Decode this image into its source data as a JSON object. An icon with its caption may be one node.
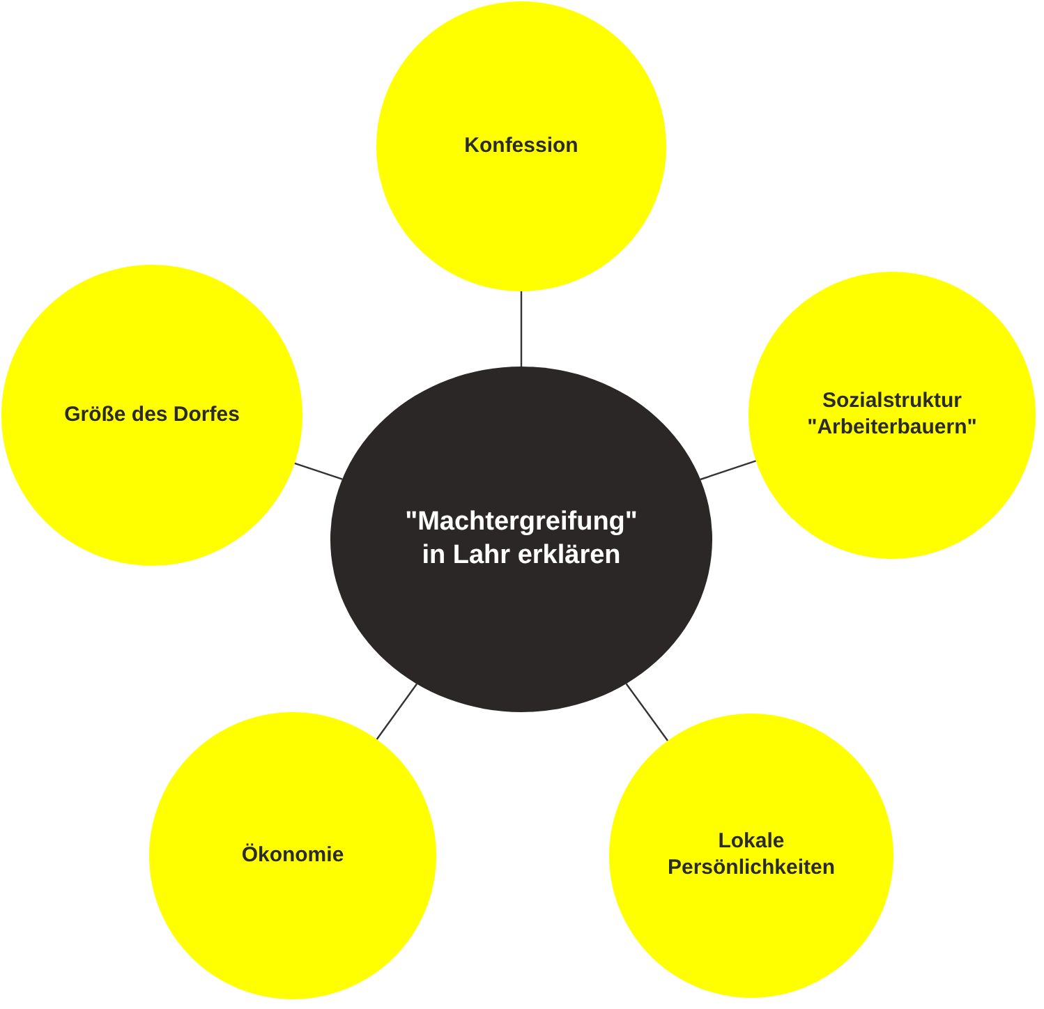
{
  "diagram": {
    "nodes": [
      {
        "text": [
          "\"Machtergreifung\" in Lahr erklären"
        ]
      },
      {
        "text": [
          "Konfession"
        ]
      },
      {
        "text": [
          "Größe des Dorfes"
        ]
      },
      {
        "text": [
          "Sozialstruktur \"Arbeiterbauern\""
        ]
      },
      {
        "text": [
          "Ökonomie"
        ]
      },
      {
        "text": [
          "Lokale Persönlichkeiten"
        ]
      }
    ],
    "edges": [
      {
        "from": 0,
        "to": 1,
        "arrow": "none"
      },
      {
        "from": 0,
        "to": 2,
        "arrow": "none"
      },
      {
        "from": 0,
        "to": 3,
        "arrow": "none"
      },
      {
        "from": 0,
        "to": 4,
        "arrow": "none"
      },
      {
        "from": 0,
        "to": 5,
        "arrow": "none"
      }
    ]
  }
}
